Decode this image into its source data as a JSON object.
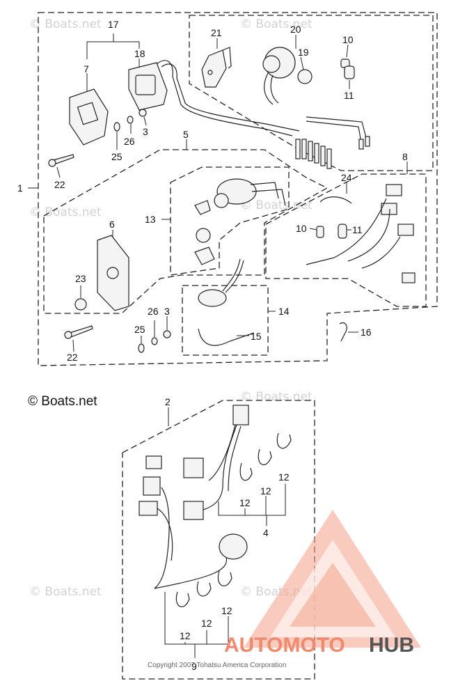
{
  "watermark": {
    "text": "© Boats.net",
    "copyright": "Copyright 2007 Tohatsu America Corporation",
    "brand_red": "AUTOMOTO",
    "brand_dark": "HUB",
    "brand_color": "#f08a6e",
    "brand_dark_color": "#555555"
  },
  "labels": {
    "l1": "1",
    "l2": "2",
    "l3a": "3",
    "l3b": "3",
    "l4": "4",
    "l5": "5",
    "l6": "6",
    "l7": "7",
    "l8": "8",
    "l9": "9",
    "l10a": "10",
    "l10b": "10",
    "l11a": "11",
    "l11b": "11",
    "l12a": "12",
    "l12b": "12",
    "l12c": "12",
    "l12d": "12",
    "l12e": "12",
    "l12f": "12",
    "l13": "13",
    "l14": "14",
    "l15": "15",
    "l16": "16",
    "l17": "17",
    "l18": "18",
    "l19": "19",
    "l20": "20",
    "l21": "21",
    "l22a": "22",
    "l22b": "22",
    "l23": "23",
    "l24": "24",
    "l25a": "25",
    "l25b": "25",
    "l26a": "26",
    "l26b": "26"
  }
}
